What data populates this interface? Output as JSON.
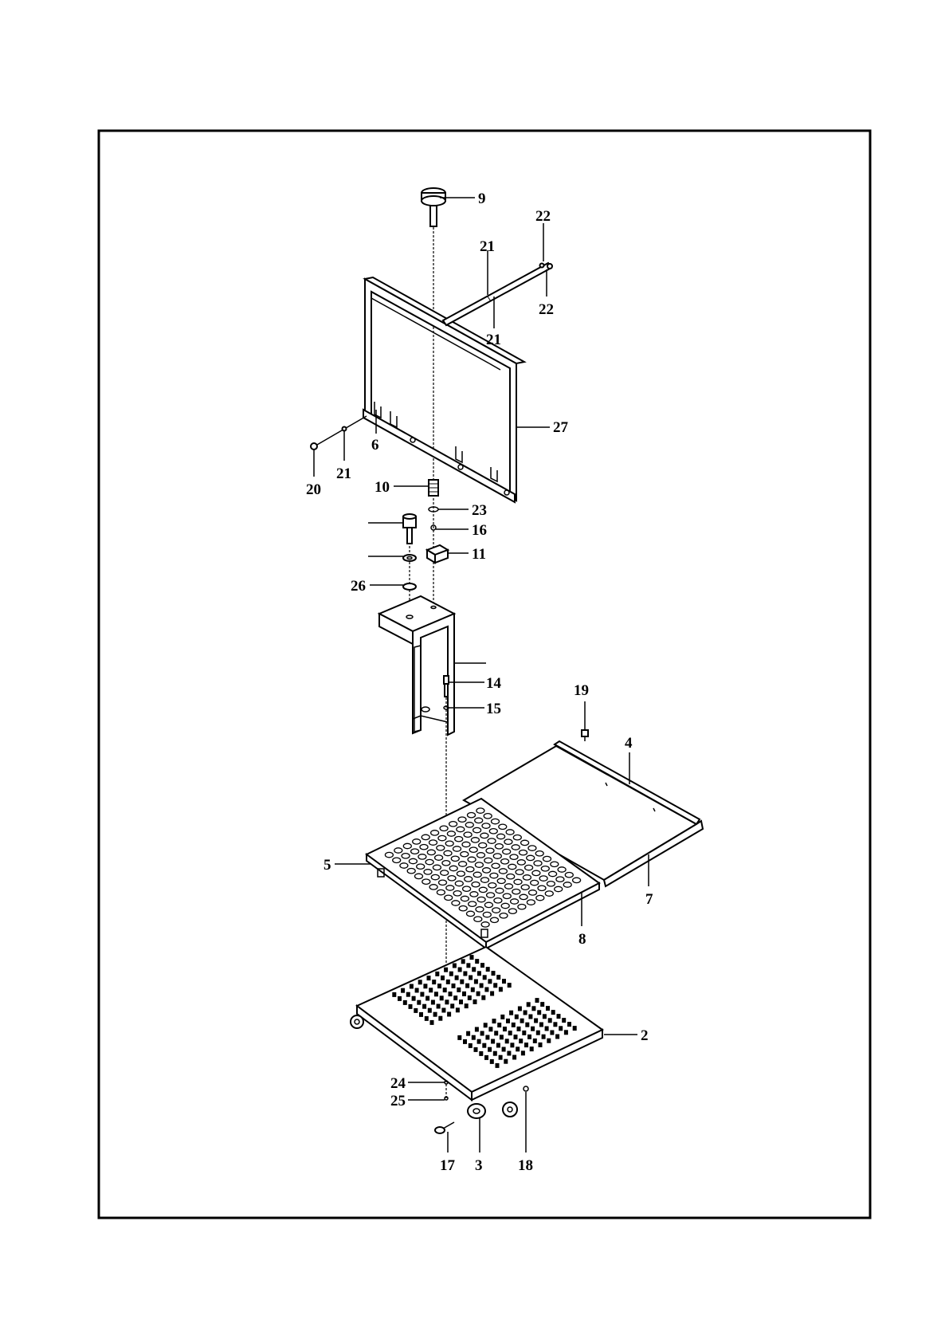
{
  "diagram": {
    "callouts": [
      {
        "label": "9"
      },
      {
        "label": "22"
      },
      {
        "label": "21"
      },
      {
        "label": "22"
      },
      {
        "label": "21"
      },
      {
        "label": "27"
      },
      {
        "label": "6"
      },
      {
        "label": "21"
      },
      {
        "label": "20"
      },
      {
        "label": "10"
      },
      {
        "label": "23"
      },
      {
        "label": "16"
      },
      {
        "label": "11"
      },
      {
        "label": "26"
      },
      {
        "label": "14"
      },
      {
        "label": "15"
      },
      {
        "label": "19"
      },
      {
        "label": "4"
      },
      {
        "label": "5"
      },
      {
        "label": "7"
      },
      {
        "label": "8"
      },
      {
        "label": "2"
      },
      {
        "label": "24"
      },
      {
        "label": "25"
      },
      {
        "label": "17"
      },
      {
        "label": "3"
      },
      {
        "label": "18"
      }
    ]
  },
  "colors": {
    "line": "#000000",
    "background": "#ffffff"
  }
}
